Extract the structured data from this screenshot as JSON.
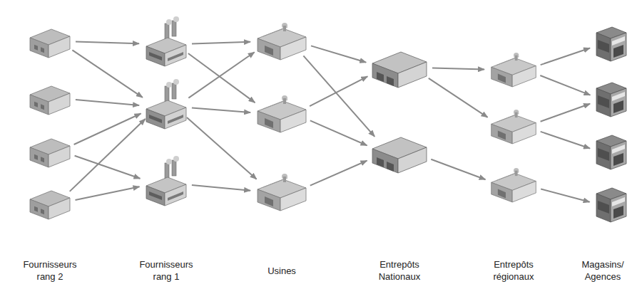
{
  "diagram": {
    "labels": [
      "Fournisseurs rang 2",
      "Fournisseurs rang 1",
      "Usines",
      "Entrepôts Nationaux",
      "Entrepôts régionaux",
      "Magasins/ Agences"
    ]
  }
}
